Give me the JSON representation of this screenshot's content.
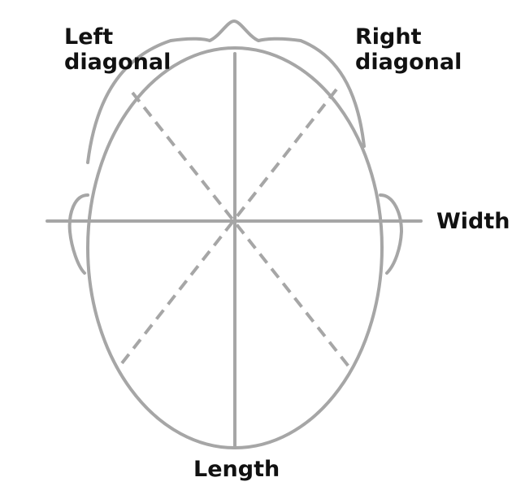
{
  "labels": {
    "left_diagonal": [
      "Left",
      "diagonal"
    ],
    "right_diagonal": [
      "Right",
      "diagonal"
    ],
    "width": "Width",
    "length": "Length"
  },
  "colors": {
    "outline": "#a6a6a6",
    "text": "#111111",
    "background": "#ffffff"
  }
}
